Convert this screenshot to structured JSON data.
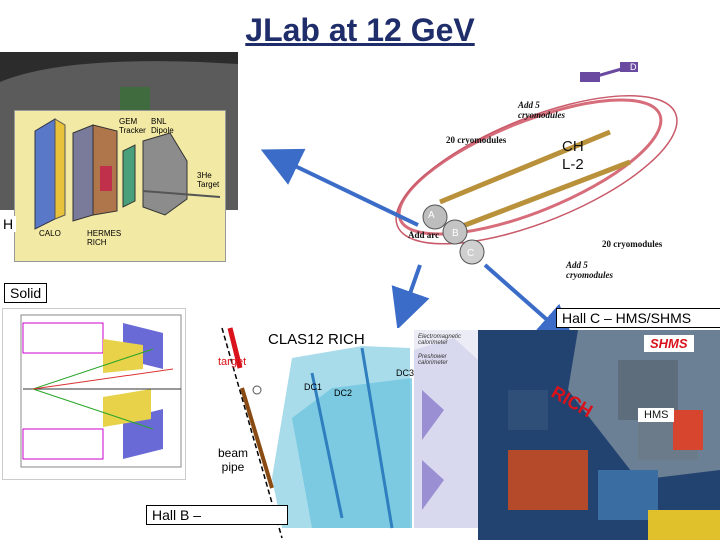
{
  "title": "JLab at 12 GeV",
  "colors": {
    "title": "#1f2d6b",
    "arrow": "#3a6cc8",
    "target_red": "#d9121b",
    "beam_pipe": "#8a4b12"
  },
  "sbs_panel": {
    "gem_tracker": "GEM\nTracker",
    "bnl_dipole": "BNL\nDipole",
    "target": "3He\nTarget",
    "calo": "CALO",
    "hermes_rich": "HERMES\nRICH",
    "cut_label": "H"
  },
  "accelerator": {
    "add5_top": "Add 5\ncryomodules",
    "cryo20_left": "20 cryomodules",
    "add_arc": "Add arc",
    "cryo20_right": "20 cryomodules",
    "add5_bottom": "Add 5\ncryomodules",
    "chl2": "CH\nL-2",
    "hall_a": "A",
    "hall_b": "B",
    "hall_c": "C",
    "hall_d": "D"
  },
  "solid_label": "Solid",
  "hallc_label": "Hall C – HMS/SHMS",
  "clas12": {
    "title": "CLAS12 RICH",
    "target": "target",
    "dc1": "DC1",
    "dc2": "DC2",
    "dc3": "DC3",
    "beam_pipe": "beam\npipe",
    "em_calo": "Electromagnetic\ncalorimeter",
    "preshower": "Preshower\ncalorimeter"
  },
  "hallb_label": "Hall B –",
  "hallc_photo": {
    "shms": "SHMS",
    "hms": "HMS",
    "rich": "RICH"
  }
}
